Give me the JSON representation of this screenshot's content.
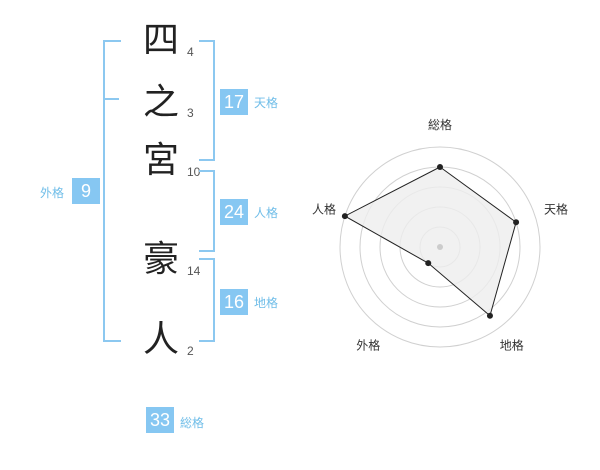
{
  "name": {
    "characters": [
      {
        "char": "四",
        "strokes": "4"
      },
      {
        "char": "之",
        "strokes": "3"
      },
      {
        "char": "宮",
        "strokes": "10"
      },
      {
        "char": "豪",
        "strokes": "14"
      },
      {
        "char": "人",
        "strokes": "2"
      }
    ]
  },
  "fortunes": {
    "tenkaku": {
      "value": "17",
      "label": "天格"
    },
    "jinkaku": {
      "value": "24",
      "label": "人格"
    },
    "chikaku": {
      "value": "16",
      "label": "地格"
    },
    "gaikaku": {
      "value": "9",
      "label": "外格"
    },
    "soukaku": {
      "value": "33",
      "label": "総格"
    }
  },
  "chart_data": {
    "type": "radar",
    "axes": [
      "総格",
      "天格",
      "地格",
      "外格",
      "人格"
    ],
    "values": [
      0.8,
      0.8,
      0.85,
      0.2,
      1.0
    ],
    "max": 1.0,
    "rings": 5,
    "colors": {
      "fill": "#eeeeee",
      "line": "#222222",
      "ring": "#d0d0d0",
      "point": "#222222",
      "center": "#cccccc"
    }
  },
  "colors": {
    "accent": "#86c7f2",
    "bracket": "#8cc8f0",
    "label": "#6fbde8"
  }
}
